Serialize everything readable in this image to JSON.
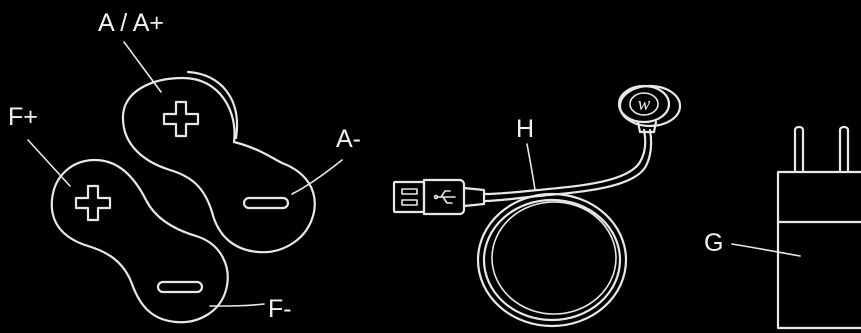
{
  "labels": {
    "a_plus": "A / A+",
    "f_plus": "F+",
    "a_minus": "A-",
    "f_minus": "F-",
    "h": "H",
    "g": "G"
  },
  "logo_glyph": "w",
  "icons": {
    "plus": "plus-icon",
    "minus": "minus-icon",
    "usb": "usb-symbol-icon"
  },
  "colors": {
    "background": "#000000",
    "line": "#e8e8e8"
  }
}
